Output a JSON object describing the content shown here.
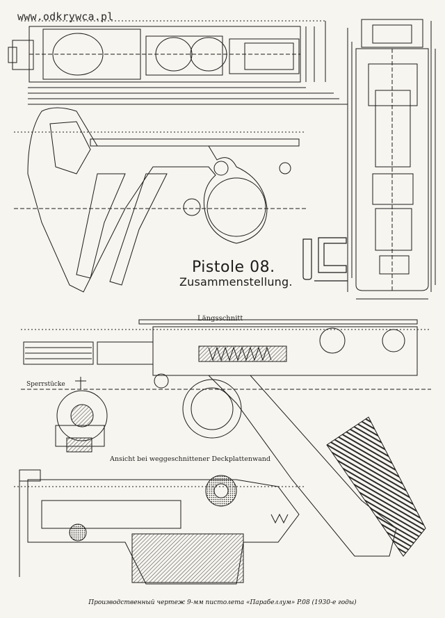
{
  "watermark": "www.odkrywca.pl",
  "labels": {
    "title_main": "Pistole 08.",
    "title_sub": "Zusammenstellung.",
    "longitudinal_section": "Längsschnitt",
    "sperrstuecke": "Sperrstücke",
    "ansicht": "Ansicht bei weggeschnittener Deckplattenwand"
  },
  "caption": "Производственный чертеж 9-мм пистолета «Парабеллум» P.08 (1930-е годы)",
  "colors": {
    "paper": "#f7f5ef",
    "ink": "#1b1b1b",
    "hatch": "#3a3a3a"
  }
}
